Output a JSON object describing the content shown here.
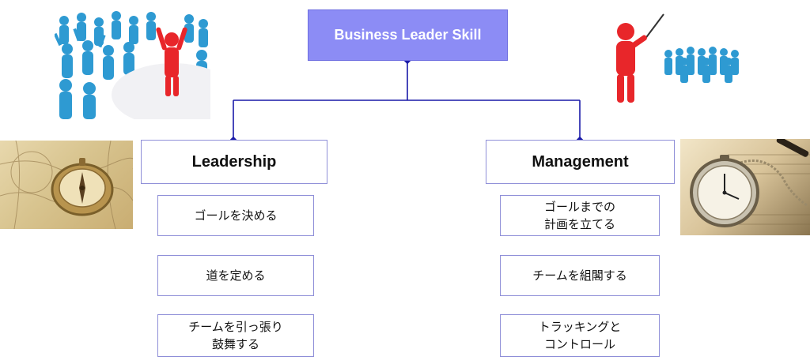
{
  "diagram": {
    "root": {
      "label": "Business Leader Skill"
    },
    "branches": [
      {
        "label": "Leadership",
        "items": [
          "ゴールを決める",
          "道を定める",
          "チームを引っ張り\n鼓舞する"
        ]
      },
      {
        "label": "Management",
        "items": [
          "ゴールまでの\n計画を立てる",
          "チームを組閣する",
          "トラッキングと\nコントロール"
        ]
      }
    ]
  },
  "colors": {
    "root_fill": "#8c8cf5",
    "box_border": "#8f8fd8",
    "connector": "#1a1aa8",
    "figure_red": "#e8262a",
    "figure_blue": "#2e9ad2"
  },
  "icons": {
    "crowd": "crowd-cheering-leader-icon",
    "presenter": "presenter-pointing-at-team-icon",
    "map": "compass-on-map-icon",
    "watch": "pocket-watch-icon"
  }
}
